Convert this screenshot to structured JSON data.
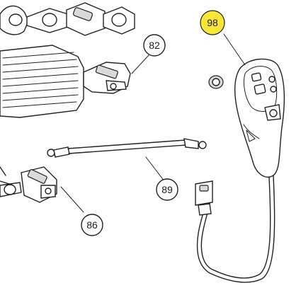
{
  "callouts": [
    {
      "id": "82",
      "label": "82",
      "highlighted": false
    },
    {
      "id": "86",
      "label": "86",
      "highlighted": false
    },
    {
      "id": "89",
      "label": "89",
      "highlighted": false
    },
    {
      "id": "98",
      "label": "98",
      "highlighted": true
    }
  ],
  "colors": {
    "highlight": "#f7e636",
    "line": "#222222",
    "background": "#ffffff"
  }
}
